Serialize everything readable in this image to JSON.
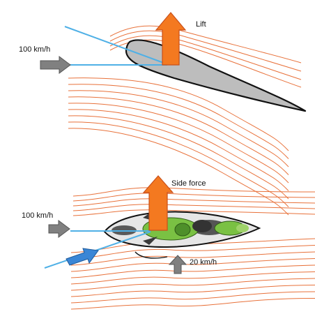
{
  "diagrams": {
    "top": {
      "speed_label": "100 km/h",
      "force_label": "Lift"
    },
    "bottom": {
      "speed_label": "100 km/h",
      "force_label": "Side force",
      "crosswind_label": "20 km/h"
    }
  },
  "colors": {
    "streamline": "#e8713a",
    "force_arrow": "#f47920",
    "force_arrow_edge": "#c9501a",
    "velocity_line": "#4fb0e6",
    "airflow_arrow": "#808080",
    "crosswind_arrow": "#3a86d6",
    "airfoil_fill": "#bdbdbd",
    "fairing_fill": "#e6e6e6",
    "motorcycle_green": "#7ac143"
  },
  "icons": [
    "airflow-arrow",
    "force-arrow",
    "crosswind-arrow",
    "motorcycle-topview"
  ]
}
